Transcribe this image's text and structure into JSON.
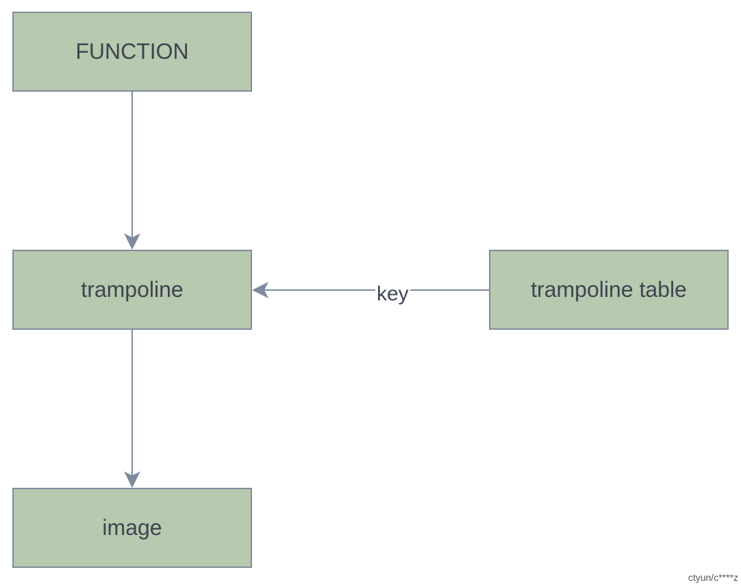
{
  "colors": {
    "node_fill": "#b7c9ae",
    "node_border": "#7f8a9e",
    "edge": "#7f8a9e",
    "text": "#3e4451"
  },
  "nodes": {
    "function": "FUNCTION",
    "trampoline": "trampoline",
    "image": "image",
    "trampoline_table": "trampoline table"
  },
  "edges": {
    "table_to_trampoline_label": "key"
  },
  "watermark": "ctyun/c****z"
}
